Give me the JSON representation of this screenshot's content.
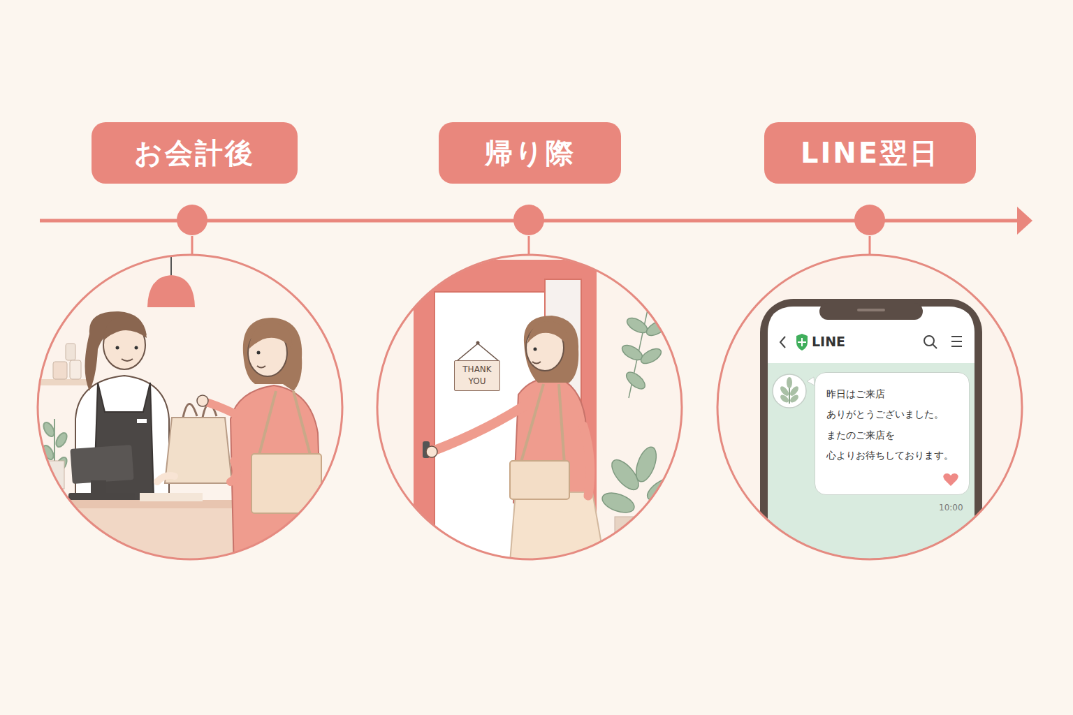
{
  "diagram": {
    "nodes": [
      {
        "text": [
          "お会計後"
        ]
      },
      {
        "text": [
          "帰り際"
        ]
      },
      {
        "text": [
          "LINE翌日"
        ]
      },
      {
        "text": [
          "THANK YOU"
        ]
      },
      {
        "text": [
          "昨日はご来店 ありがとうございました。 またのご来店を 心よりお待ちしております。"
        ]
      }
    ],
    "labels": [
      "LINE",
      "10:00"
    ]
  }
}
